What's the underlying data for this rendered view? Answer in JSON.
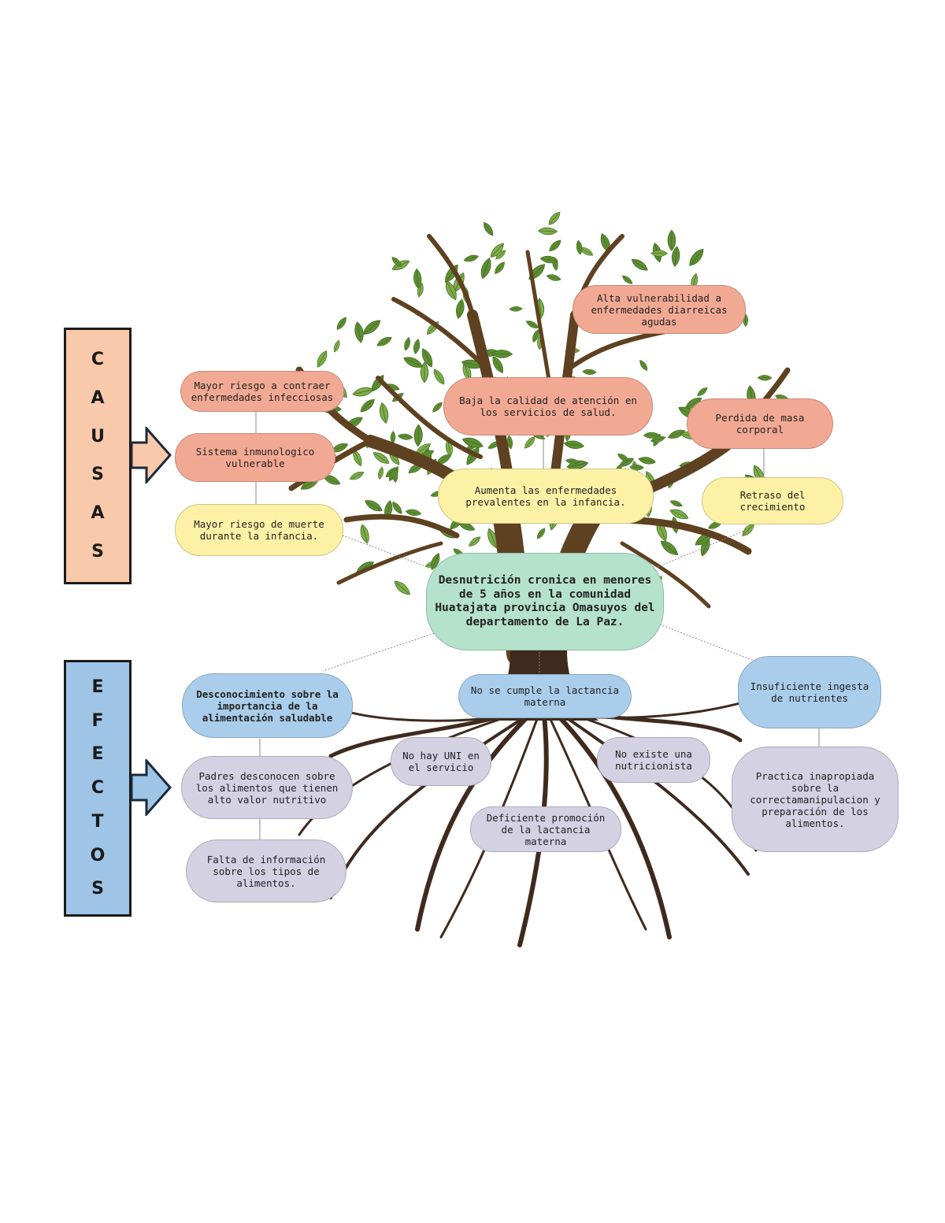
{
  "side_labels": {
    "causas": [
      "C",
      "A",
      "U",
      "S",
      "A",
      "S"
    ],
    "efectos": [
      "E",
      "F",
      "E",
      "C",
      "T",
      "O",
      "S"
    ]
  },
  "center": "Desnutrición cronica en menores de 5 años en la comunidad Huatajata provincia Omasuyos del departamento de La Paz.",
  "causes": {
    "alta_vulnerabilidad": "Alta vulnerabilidad a enfermedades diarreicas agudas",
    "mayor_riesgo_infecciosas": "Mayor riesgo a contraer enfermedades infecciosas",
    "baja_calidad": "Baja la calidad de atención en los servicios de salud.",
    "perdida_masa": "Perdida de masa corporal",
    "sistema_inmunologico": "Sistema inmunologico vulnerable",
    "aumenta_enfermedades": "Aumenta las enfermedades prevalentes en la infancia.",
    "retraso": "Retraso del crecimiento",
    "mayor_riesgo_muerte": "Mayor riesgo de muerte durante la infancia."
  },
  "effects": {
    "desconocimiento": "Desconocimiento sobre la importancia de la alimentación saludable",
    "lactancia": "No se cumple la lactancia materna",
    "insuficiente": "Insuficiente ingesta de nutrientes",
    "no_hay_uni": "No hay UNI en el servicio",
    "no_existe": "No existe una nutricionista",
    "padres": "Padres desconocen sobre los alimentos que tienen alto valor nutritivo",
    "practica": "Practica inapropiada sobre la correctamanipulacion y preparación de los alimentos.",
    "deficiente": "Deficiente promoción de la lactancia materna",
    "falta": "Falta de información sobre los tipos de alimentos."
  },
  "colors": {
    "causas_panel": "#f8c9aa",
    "efectos_panel": "#9ec4e6",
    "salmon": "#f2a994",
    "yellow": "#fdf1a6",
    "mint": "#b5e2cc",
    "blue": "#a9cdea",
    "lavender": "#d4d1e2",
    "trunk": "#5e4120",
    "leaf": "#6a9a3b"
  }
}
